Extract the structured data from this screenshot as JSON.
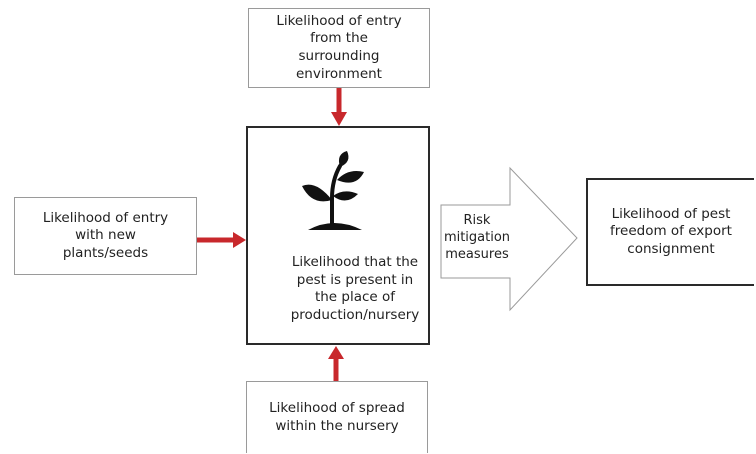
{
  "boxes": {
    "top": {
      "lines": [
        "Likelihood of entry",
        "from the",
        "surrounding",
        "environment"
      ]
    },
    "left": {
      "lines": [
        "Likelihood of entry",
        "with new",
        "plants/seeds"
      ]
    },
    "center": {
      "lines": [
        "Likelihood that the",
        "pest is present in",
        "the place of",
        "production/nursery"
      ]
    },
    "bottom": {
      "lines": [
        "Likelihood of spread",
        "within the nursery"
      ]
    },
    "right": {
      "lines": [
        "Likelihood of pest",
        "freedom of export",
        "consignment"
      ]
    }
  },
  "mitigation_arrow": {
    "lines": [
      "Risk",
      "mitigation",
      "measures"
    ]
  },
  "icons": {
    "center_icon": "plant-seedling-icon"
  },
  "colors": {
    "connector": "#c8282c",
    "box_border": "#9a9a9a",
    "center_border": "#2a2a2a"
  }
}
